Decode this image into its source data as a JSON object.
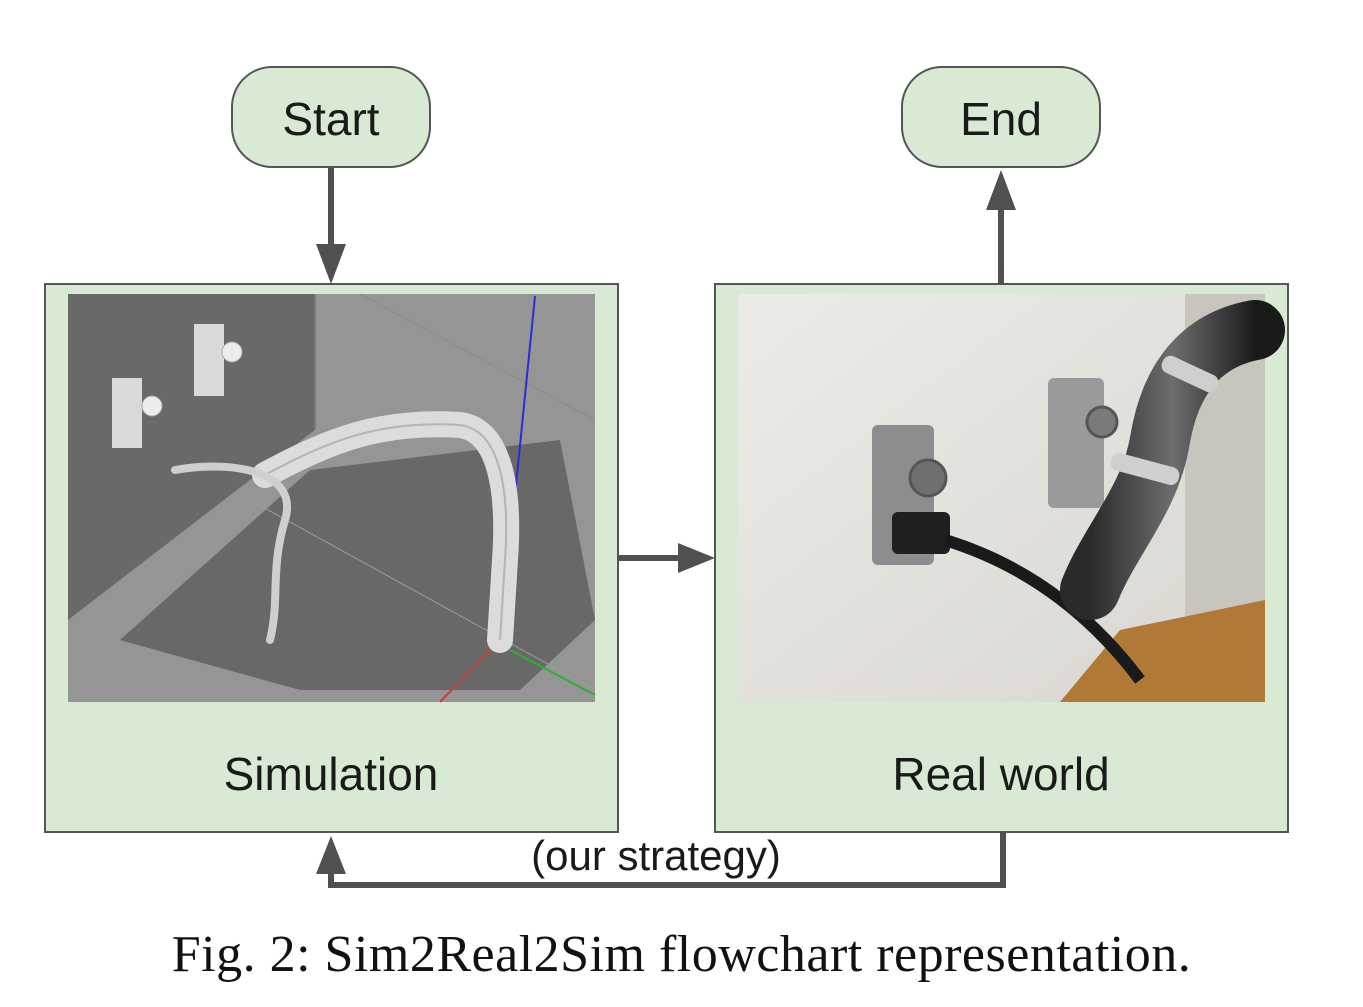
{
  "nodes": {
    "start": "Start",
    "end": "End",
    "simulation": "Simulation",
    "real_world": "Real world"
  },
  "edges": {
    "feedback_label": "(our strategy)"
  },
  "caption": "Fig. 2: Sim2Real2Sim flowchart representation.",
  "colors": {
    "node_fill": "#d8ead3",
    "node_stroke": "#555555",
    "arrow": "#505050"
  }
}
